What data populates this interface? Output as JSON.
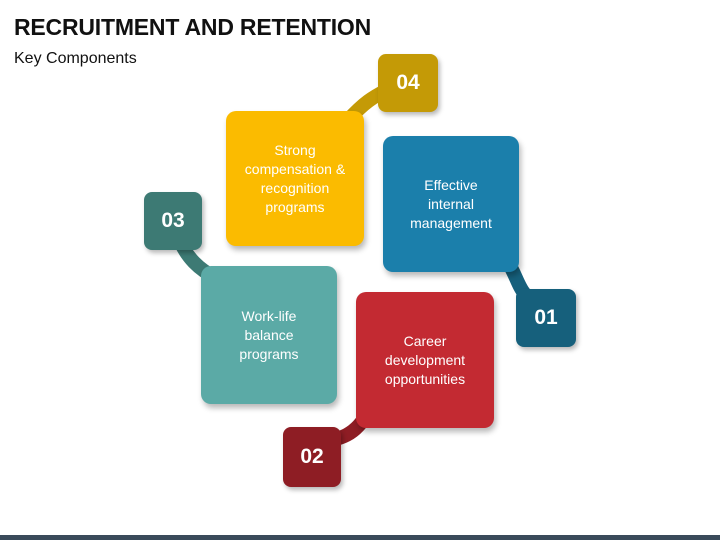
{
  "header": {
    "title": "RECRUITMENT AND RETENTION",
    "subtitle": "Key Components"
  },
  "items": [
    {
      "number": "01",
      "label_lines": [
        "Effective",
        "internal",
        "management"
      ],
      "color": "#1b7fab",
      "badge_color": "#16607c",
      "connector_color": "#16607c"
    },
    {
      "number": "02",
      "label_lines": [
        "Career",
        "development",
        "opportunities"
      ],
      "color": "#c32a32",
      "badge_color": "#8e1d24",
      "connector_color": "#8e1d24"
    },
    {
      "number": "03",
      "label_lines": [
        "Work-life",
        "balance",
        "programs"
      ],
      "color": "#5baaa6",
      "badge_color": "#3d7a74",
      "connector_color": "#3d7a74"
    },
    {
      "number": "04",
      "label_lines": [
        "Strong",
        "compensation &",
        "recognition",
        "programs"
      ],
      "color": "#fbbb00",
      "badge_color": "#c49a06",
      "connector_color": "#c49a06"
    }
  ],
  "footer": {
    "bar_color": "#3a4a5a"
  }
}
